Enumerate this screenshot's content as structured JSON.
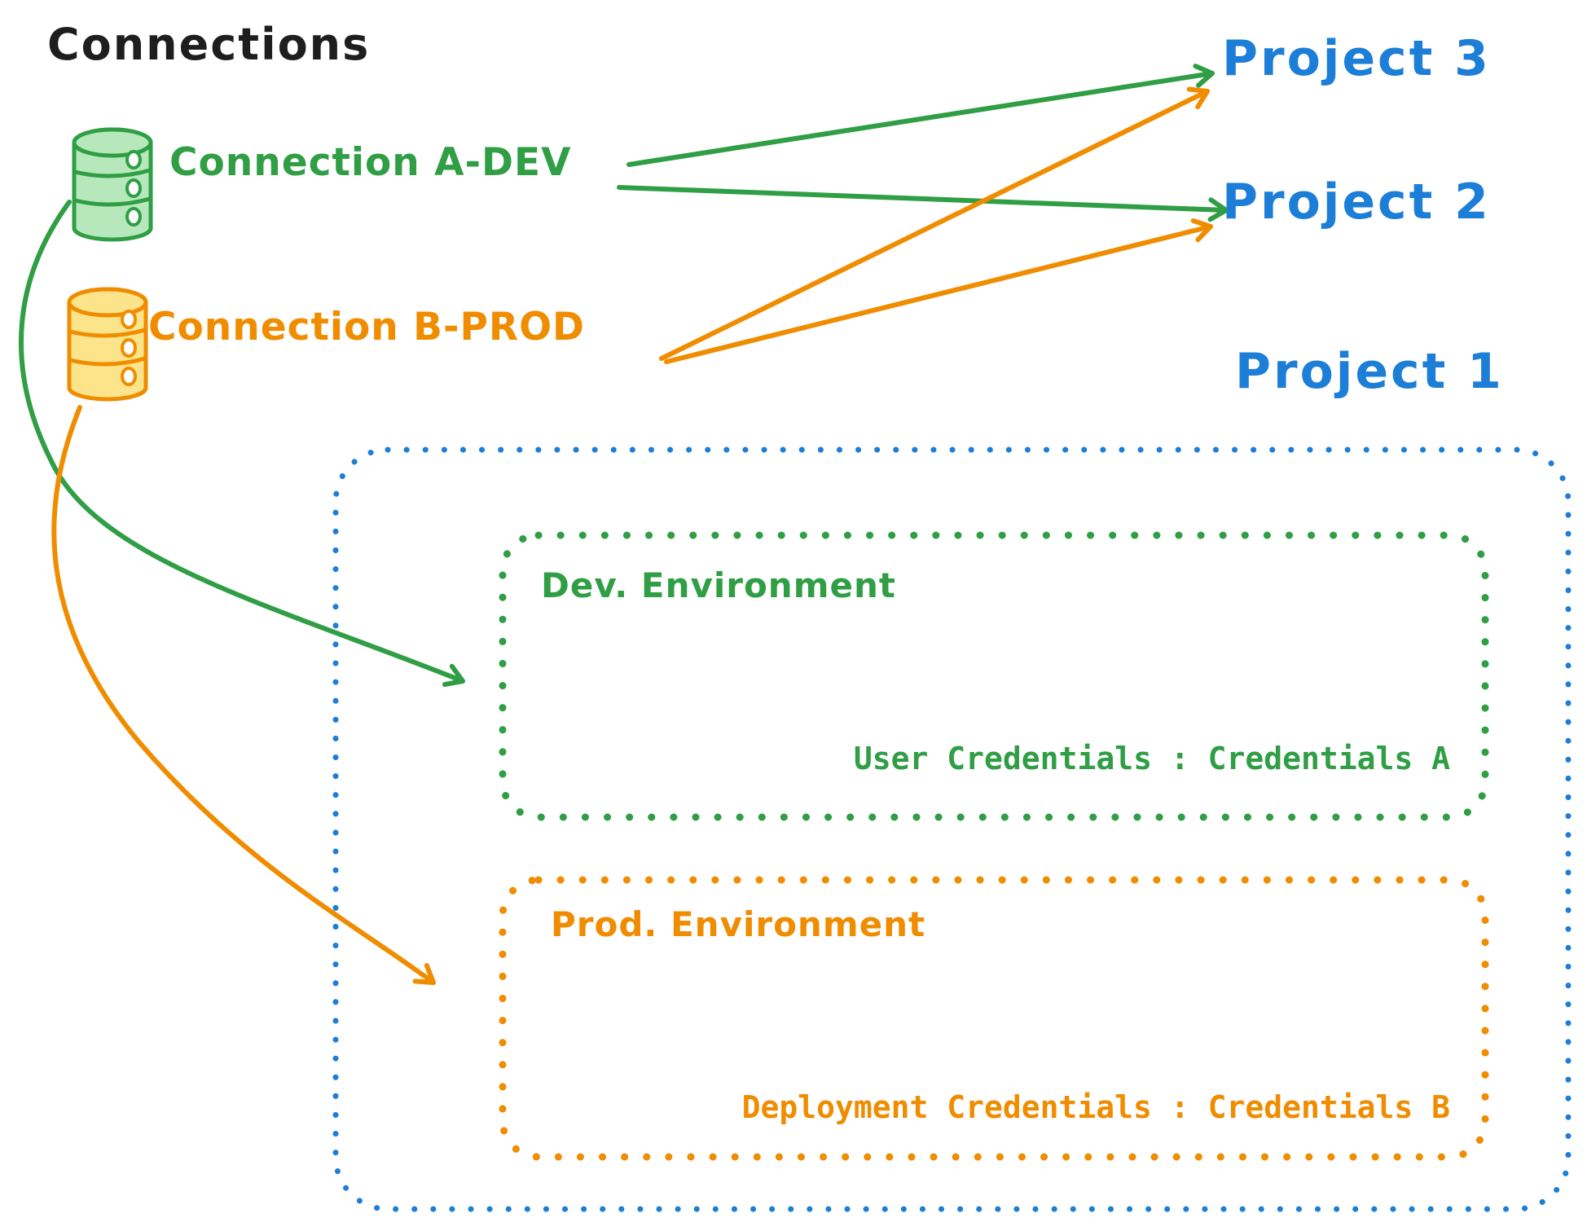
{
  "title": "Connections",
  "colors": {
    "ink": "#1e1e1e",
    "green": "#2f9e44",
    "green_fill": "#b7e8bc",
    "orange": "#f08c00",
    "orange_fill": "#fbe48a",
    "blue": "#1c7ed6"
  },
  "connections": [
    {
      "label": "Connection A-DEV",
      "icon": "database-icon",
      "color": "#2f9e44"
    },
    {
      "label": "Connection B-PROD",
      "icon": "database-icon",
      "color": "#f08c00"
    }
  ],
  "projects": [
    {
      "label": "Project 3"
    },
    {
      "label": "Project 2"
    },
    {
      "label": "Project 1"
    }
  ],
  "project1_box": {
    "environments": [
      {
        "title": "Dev. Environment",
        "credentials_line": "User Credentials : Credentials A"
      },
      {
        "title": "Prod. Environment",
        "credentials_line": "Deployment Credentials : Credentials B"
      }
    ]
  },
  "relations": [
    {
      "from": "Connection A-DEV",
      "to": "Project 3"
    },
    {
      "from": "Connection A-DEV",
      "to": "Project 2"
    },
    {
      "from": "Connection B-PROD",
      "to": "Project 3"
    },
    {
      "from": "Connection B-PROD",
      "to": "Project 2"
    },
    {
      "from": "Connection A-DEV",
      "to": "Dev. Environment"
    },
    {
      "from": "Connection B-PROD",
      "to": "Prod. Environment"
    }
  ]
}
